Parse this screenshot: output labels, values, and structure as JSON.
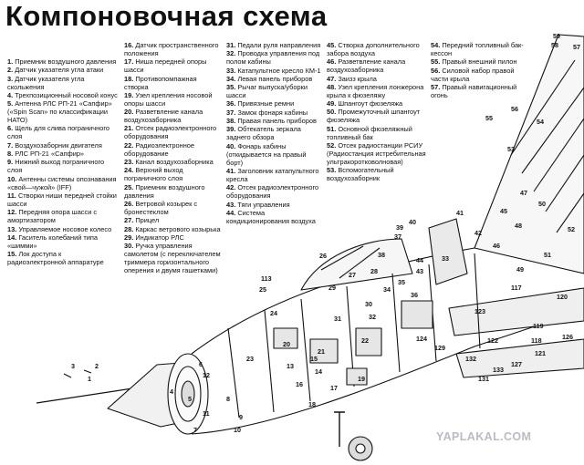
{
  "title": "Компоновочная схема",
  "watermark": "YAPLAKAL.COM",
  "legend": {
    "col1": [
      {
        "n": "1.",
        "t": "Приемник воздушного давления"
      },
      {
        "n": "2.",
        "t": "Датчик указателя угла атаки"
      },
      {
        "n": "3.",
        "t": "Датчик указателя угла скольжения"
      },
      {
        "n": "4.",
        "t": "Трехпозиционный носовой конус"
      },
      {
        "n": "5.",
        "t": "Антенна РЛС РП-21 «Сапфир» («Spin Scan» по классификации НАТО)"
      },
      {
        "n": "6.",
        "t": "Щель для слива пограничного слоя"
      },
      {
        "n": "7.",
        "t": "Воздухозаборник двигателя"
      },
      {
        "n": "8.",
        "t": "РЛС РП-21 «Сапфир»"
      },
      {
        "n": "9.",
        "t": "Нижний выход пограничного слоя"
      },
      {
        "n": "10.",
        "t": "Антенны системы опознавания «свой—чужой» (IFF)"
      },
      {
        "n": "11.",
        "t": "Створки ниши передней стойки шасси"
      },
      {
        "n": "12.",
        "t": "Передняя опора шасси с амортизатором"
      },
      {
        "n": "13.",
        "t": "Управляемое носовое колесо"
      },
      {
        "n": "14.",
        "t": "Гаситель колебаний типа «шимми»"
      },
      {
        "n": "15.",
        "t": "Лок доступа к радиоэлектронной аппаратуре"
      }
    ],
    "col2": [
      {
        "n": "16.",
        "t": "Датчик пространственного положения"
      },
      {
        "n": "17.",
        "t": "Ниша передней опоры шасси"
      },
      {
        "n": "18.",
        "t": "Противопомпажная створка"
      },
      {
        "n": "19.",
        "t": "Узел крепления носовой опоры шасси"
      },
      {
        "n": "20.",
        "t": "Разветвление канала воздухозаборника"
      },
      {
        "n": "21.",
        "t": "Отсек радиоэлектронного оборудования"
      },
      {
        "n": "22.",
        "t": "Радиоэлектронное оборудование"
      },
      {
        "n": "23.",
        "t": "Канал воздухозаборника"
      },
      {
        "n": "24.",
        "t": "Верхний выход пограничного слоя"
      },
      {
        "n": "25.",
        "t": "Приемник воздушного давления"
      },
      {
        "n": "26.",
        "t": "Ветровой козырек с бронестеклом"
      },
      {
        "n": "27.",
        "t": "Прицел"
      },
      {
        "n": "28.",
        "t": "Каркас ветрового козырька"
      },
      {
        "n": "29.",
        "t": "Индикатор РЛС"
      },
      {
        "n": "30.",
        "t": "Ручка управления самолетом (с переключателем триммера горизонтального оперения и двумя гашетками)"
      }
    ],
    "col3": [
      {
        "n": "31.",
        "t": "Педали руля направления"
      },
      {
        "n": "32.",
        "t": "Проводка управления под полом кабины"
      },
      {
        "n": "33.",
        "t": "Катапультное кресло КМ-1"
      },
      {
        "n": "34.",
        "t": "Левая панель приборов"
      },
      {
        "n": "35.",
        "t": "Рычаг выпуска/уборки шасси"
      },
      {
        "n": "36.",
        "t": "Привязные ремни"
      },
      {
        "n": "37.",
        "t": "Замок фонаря кабины"
      },
      {
        "n": "38.",
        "t": "Правая панель приборов"
      },
      {
        "n": "39.",
        "t": "Обтекатель зеркала заднего обзора"
      },
      {
        "n": "40.",
        "t": "Фонарь кабины (откидывается на правый борт)"
      },
      {
        "n": "41.",
        "t": "Заголовник катапультного кресла"
      },
      {
        "n": "42.",
        "t": "Отсек радиоэлектронного оборудования"
      },
      {
        "n": "43.",
        "t": "Тяги управления"
      },
      {
        "n": "44.",
        "t": "Система кондиционирования воздуха"
      }
    ],
    "col4": [
      {
        "n": "45.",
        "t": "Створка дополнительного забора воздуха"
      },
      {
        "n": "46.",
        "t": "Разветвление канала воздухозаборника"
      },
      {
        "n": "47.",
        "t": "Заизз крыла"
      },
      {
        "n": "48.",
        "t": "Узел крепления лонжерона крыла к фюзеляжу"
      },
      {
        "n": "49.",
        "t": "Шпангоут фюзеляжа"
      },
      {
        "n": "50.",
        "t": "Промежуточный шпангоут фюзеляжа"
      },
      {
        "n": "51.",
        "t": "Основной фюзеляжный топливный бак"
      },
      {
        "n": "52.",
        "t": "Отсек радиостанции РСИУ (Радиостанция истребительная ультракоротковолновая)"
      },
      {
        "n": "53.",
        "t": "Вспомогательный воздухозаборник"
      }
    ],
    "col5": [
      {
        "n": "54.",
        "t": "Передний топливный бак-кессон"
      },
      {
        "n": "55.",
        "t": "Правый внешний пилон"
      },
      {
        "n": "56.",
        "t": "Силовой набор правой части крыла"
      },
      {
        "n": "57.",
        "t": "Правый навигационный огонь"
      }
    ]
  },
  "callouts": {
    "c1": "1",
    "c2": "2",
    "c3": "3",
    "c4": "4",
    "c5": "5",
    "c6": "6",
    "c7": "7",
    "c8": "8",
    "c9": "9",
    "c10": "10",
    "c11": "11",
    "c12": "12",
    "c13": "13",
    "c14": "14",
    "c15": "15",
    "c16": "16",
    "c17": "17",
    "c18": "18",
    "c19": "19",
    "c20": "20",
    "c21": "21",
    "c22": "22",
    "c23": "23",
    "c24": "24",
    "c25": "25",
    "c26": "26",
    "c27": "27",
    "c28": "28",
    "c29": "29",
    "c30": "30",
    "c31": "31",
    "c32": "32",
    "c33": "33",
    "c34": "34",
    "c35": "35",
    "c36": "36",
    "c37": "37",
    "c38": "38",
    "c39": "39",
    "c40": "40",
    "c41": "41",
    "c42": "42",
    "c43": "43",
    "c44": "44",
    "c45": "45",
    "c46": "46",
    "c47": "47",
    "c48": "48",
    "c49": "49",
    "c50": "50",
    "c51": "51",
    "c52": "52",
    "c53": "53",
    "c54": "54",
    "c55": "55",
    "c56": "56",
    "c57": "57",
    "c58": "58",
    "c59": "59",
    "c113": "113",
    "c117": "117",
    "c118": "118",
    "c119": "119",
    "c120": "120",
    "c121": "121",
    "c122": "122",
    "c123": "123",
    "c124": "124",
    "c126": "126",
    "c127": "127",
    "c129": "129",
    "c131": "131",
    "c132": "132",
    "c133": "133"
  }
}
